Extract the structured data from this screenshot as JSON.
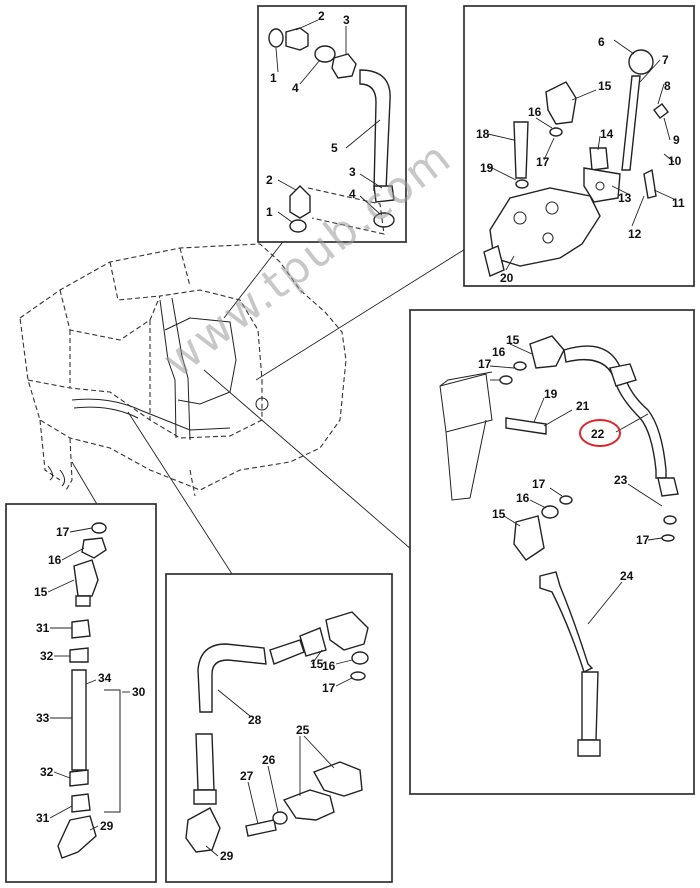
{
  "watermark": "www.tpub.com",
  "highlight_color": "#d9262b",
  "callouts": {
    "box_a": [
      "1",
      "2",
      "3",
      "4",
      "5",
      "3",
      "4",
      "2",
      "1"
    ],
    "box_b": [
      "6",
      "7",
      "8",
      "9",
      "10",
      "11",
      "12",
      "13",
      "14",
      "15",
      "16",
      "17",
      "18",
      "19",
      "20"
    ],
    "box_c": [
      "15",
      "16",
      "17",
      "19",
      "21",
      "22",
      "23",
      "17",
      "17",
      "16",
      "15",
      "24"
    ],
    "box_d": [
      "17",
      "16",
      "15",
      "31",
      "32",
      "34",
      "30",
      "33",
      "32",
      "31",
      "29"
    ],
    "box_e": [
      "15",
      "16",
      "17",
      "28",
      "25",
      "26",
      "27",
      "29"
    ]
  },
  "highlighted_callout": "22"
}
